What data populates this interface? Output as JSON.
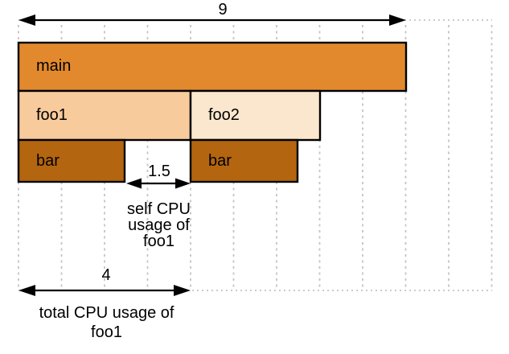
{
  "diagram": {
    "description": "flame graph CPU usage explainer",
    "background": "#ffffff",
    "grid_color": "#c4c4c4",
    "frame_border_color": "#000000",
    "axis_units_total": 9,
    "frames": [
      {
        "label": "main",
        "depth": 0,
        "start": 0,
        "end": 9,
        "color": "#e2892e"
      },
      {
        "label": "foo1",
        "depth": 1,
        "start": 0,
        "end": 4,
        "color": "#f8cb9d"
      },
      {
        "label": "foo2",
        "depth": 1,
        "start": 4,
        "end": 7,
        "color": "#fbe7cd"
      },
      {
        "label": "bar",
        "depth": 2,
        "start": 0,
        "end": 2.5,
        "color": "#b4650f"
      },
      {
        "label": "bar",
        "depth": 2,
        "start": 4,
        "end": 6.5,
        "color": "#b4650f"
      }
    ],
    "measurements": {
      "total_width": {
        "value": "9"
      },
      "self_foo1": {
        "value": "1.5",
        "caption": "self CPU usage of foo1"
      },
      "total_foo1": {
        "value": "4",
        "caption": "total CPU usage of foo1"
      }
    }
  }
}
